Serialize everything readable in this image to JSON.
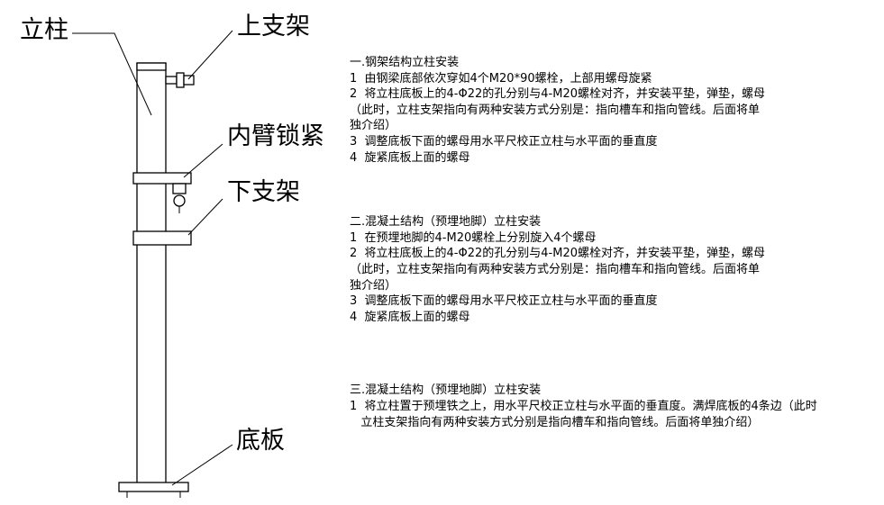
{
  "diagram": {
    "labels": {
      "column": "立柱",
      "upper_bracket": "上支架",
      "inner_arm_lock": "内臂锁紧",
      "lower_bracket": "下支架",
      "base_plate": "底板"
    }
  },
  "instructions": {
    "sections": [
      {
        "title": "一.钢架结构立柱安装",
        "lines": [
          "1  由钢梁底部依次穿如4个M20*90螺栓，上部用螺母旋紧",
          "2  将立柱底板上的4-Φ22的孔分别与4-M20螺栓对齐，并安装平垫，弹垫，螺母",
          "（此时，立柱支架指向有两种安装方式分别是：指向槽车和指向管线。后面将单",
          "独介绍）",
          "3  调整底板下面的螺母用水平尺校正立柱与水平面的垂直度",
          "4  旋紧底板上面的螺母"
        ]
      },
      {
        "title": "二.混凝土结构（预埋地脚）立柱安装",
        "lines": [
          "1  在预埋地脚的4-M20螺栓上分别旋入4个螺母",
          "2  将立柱底板上的4-Φ22的孔分别与4-M20螺栓对齐，并安装平垫，弹垫，螺母",
          "（此时，立柱支架指向有两种安装方式分别是：指向槽车和指向管线。后面将单",
          "独介绍）",
          "3  调整底板下面的螺母用水平尺校正立柱与水平面的垂直度",
          "4  旋紧底板上面的螺母"
        ]
      },
      {
        "title": "三.混凝土结构（预埋地脚）立柱安装",
        "lines": [
          "1  将立柱置于预埋铁之上，用水平尺校正立柱与水平面的垂直度。满焊底板的4条边（此时",
          "   立柱支架指向有两种安装方式分别是指向槽车和指向管线。后面将单独介绍）"
        ]
      }
    ]
  }
}
